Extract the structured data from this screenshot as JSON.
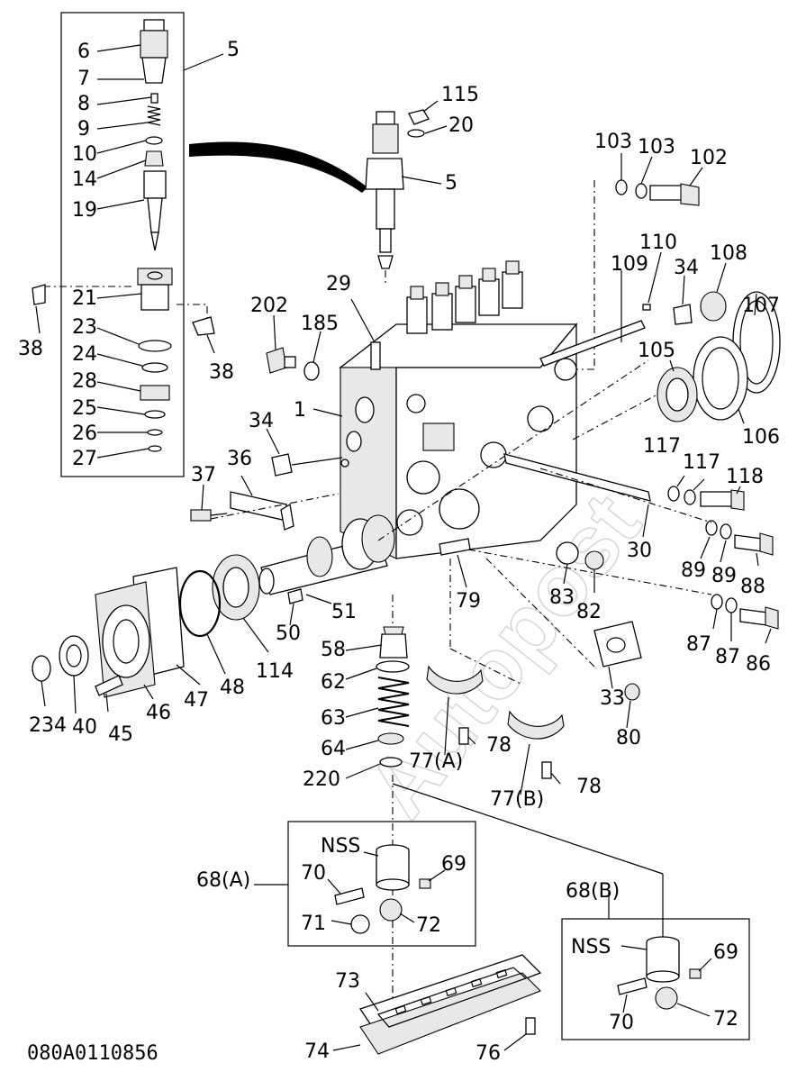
{
  "diagram": {
    "drawing_number": "080A0110856",
    "watermark": "Autopost",
    "callouts": {
      "n6": "6",
      "n7": "7",
      "n8": "8",
      "n9": "9",
      "n10": "10",
      "n14": "14",
      "n19": "19",
      "n5a": "5",
      "n5b": "5",
      "n21": "21",
      "n23": "23",
      "n24": "24",
      "n28": "28",
      "n25": "25",
      "n26": "26",
      "n27": "27",
      "n38a": "38",
      "n38b": "38",
      "n115": "115",
      "n20": "20",
      "n103a": "103",
      "n103b": "103",
      "n102": "102",
      "n110": "110",
      "n109": "109",
      "n34a": "34",
      "n108": "108",
      "n107": "107",
      "n105": "105",
      "n106": "106",
      "n202": "202",
      "n185": "185",
      "n29": "29",
      "n1": "1",
      "n34b": "34",
      "n36": "36",
      "n37": "37",
      "n117a": "117",
      "n117b": "117",
      "n118": "118",
      "n30": "30",
      "n89a": "89",
      "n89b": "89",
      "n88": "88",
      "n83": "83",
      "n82": "82",
      "n79": "79",
      "n87a": "87",
      "n87b": "87",
      "n86": "86",
      "n50": "50",
      "n51": "51",
      "n114": "114",
      "n58": "58",
      "n62": "62",
      "n63": "63",
      "n64": "64",
      "n220": "220",
      "n234": "234",
      "n40": "40",
      "n45": "45",
      "n46": "46",
      "n47": "47",
      "n48": "48",
      "n77a": "77(A)",
      "n78a": "78",
      "n77b": "77(B)",
      "n78b": "78",
      "n33": "33",
      "n80": "80",
      "n68a": "68(A)",
      "nss_a": "NSS",
      "n69a": "69",
      "n70a": "70",
      "n71": "71",
      "n72a": "72",
      "n68b": "68(B)",
      "nss_b": "NSS",
      "n69b": "69",
      "n70b": "70",
      "n72b": "72",
      "n73": "73",
      "n74": "74",
      "n76": "76"
    }
  }
}
